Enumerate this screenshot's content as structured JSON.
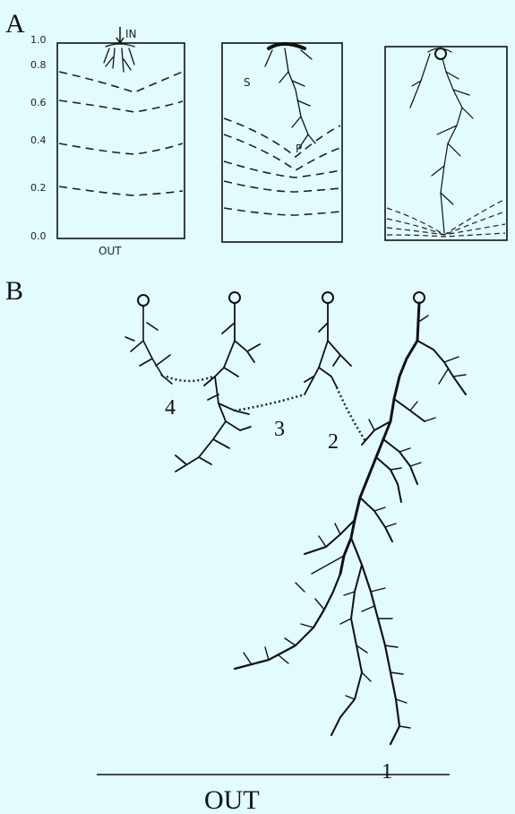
{
  "panel_a": {
    "label": "A",
    "y_ticks": [
      "1.0",
      "0.8",
      "0.6",
      "0.4",
      "0.2",
      "0.0"
    ],
    "in_label": "IN",
    "out_label": "OUT",
    "s_label": "S",
    "p_label": "P"
  },
  "panel_b": {
    "label": "B",
    "path_labels": [
      "1",
      "2",
      "3",
      "4"
    ],
    "out_label": "OUT"
  },
  "colors": {
    "background": "#e2fbfd",
    "ink": "#111111"
  }
}
